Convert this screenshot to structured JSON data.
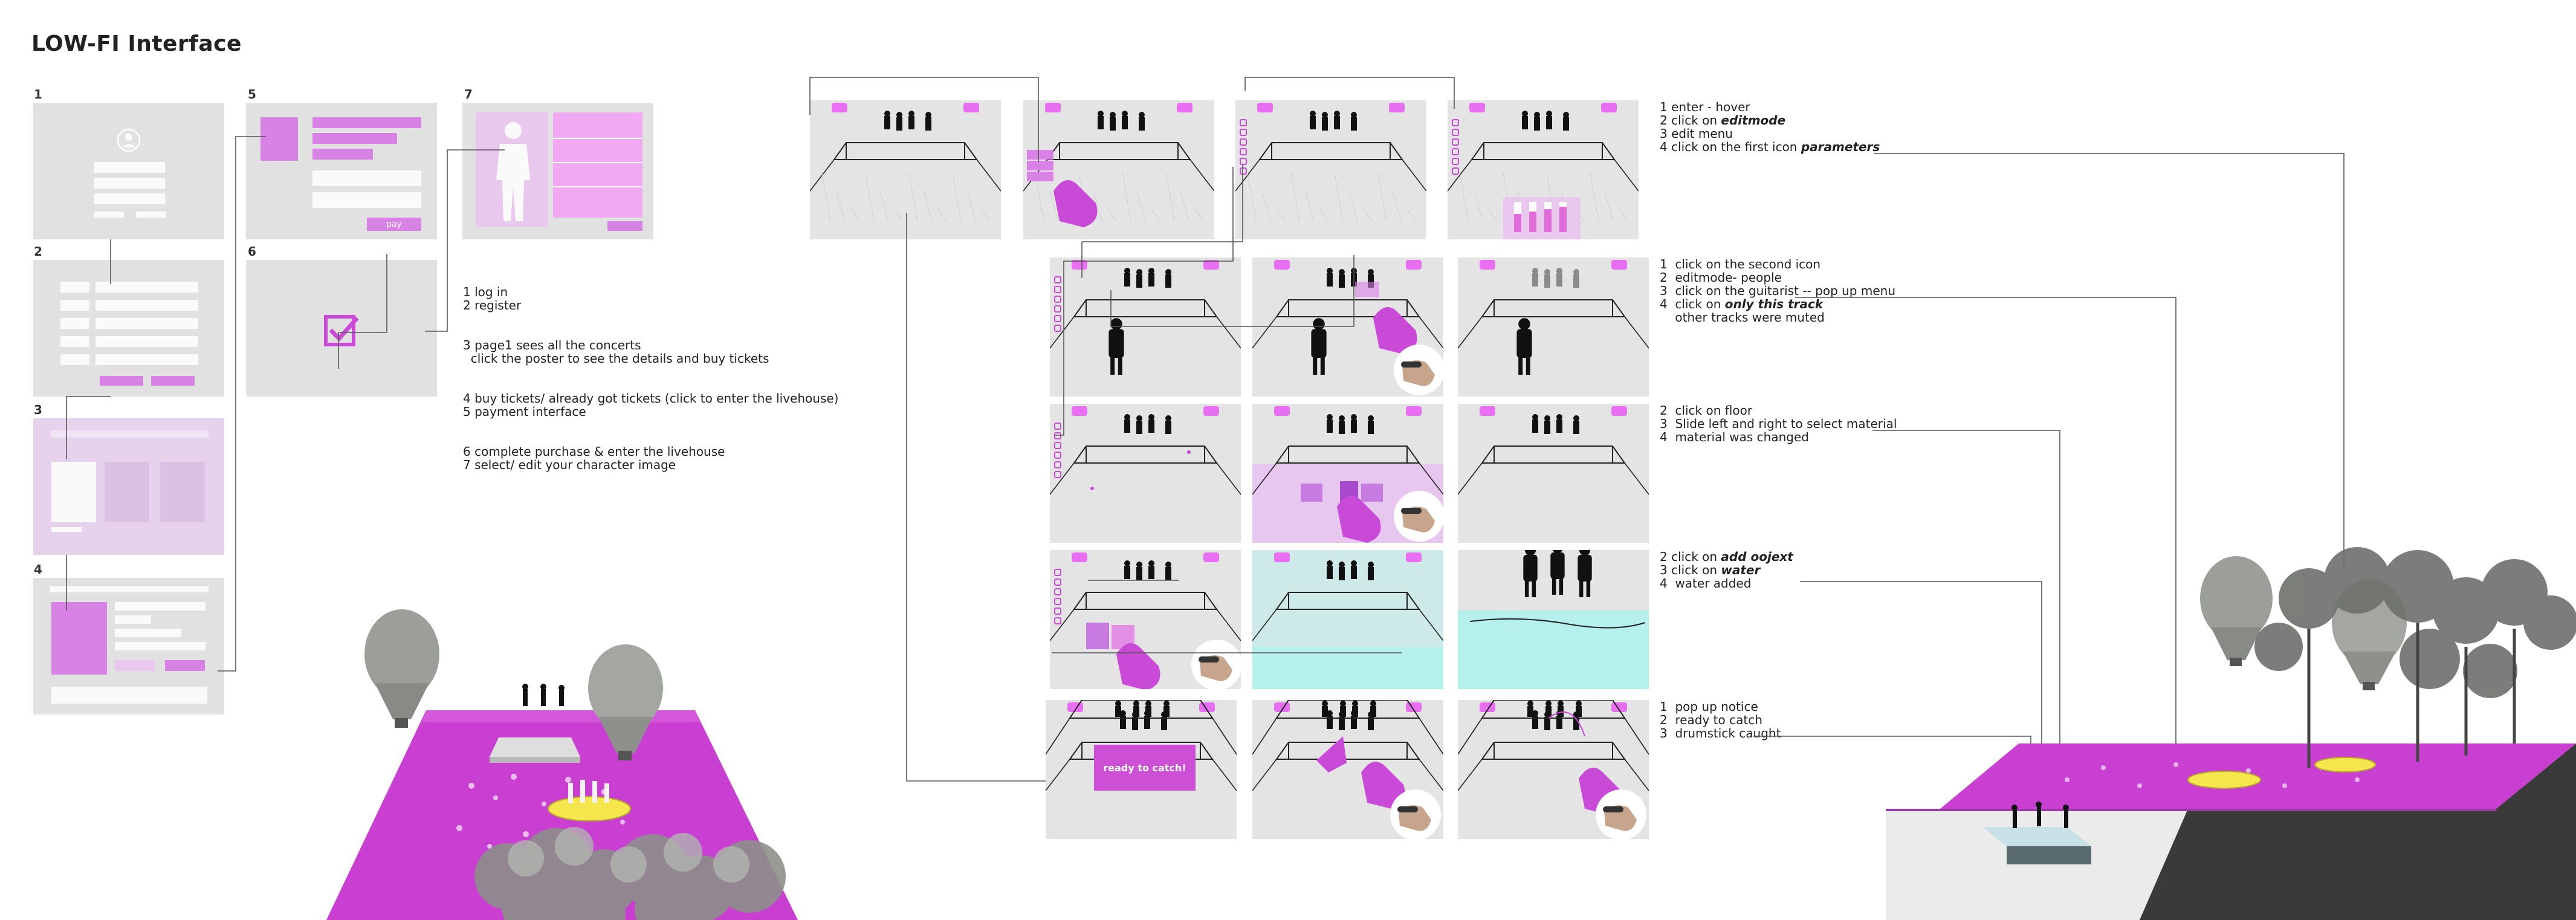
{
  "title": "LOW-FI Interface",
  "wireframes": {
    "labels": [
      "1",
      "2",
      "3",
      "4",
      "5",
      "6",
      "7"
    ],
    "pay_button": "pay"
  },
  "left_steps": [
    "1 log in",
    "2 register",
    "3 page1 sees all the concerts",
    "  click the poster to see the details and buy tickets",
    "4 buy tickets/ already got tickets (click to enter the livehouse)",
    "5 payment interface",
    "6 complete purchase & enter the livehouse",
    "7 select/ edit your character image"
  ],
  "scene_groups": [
    {
      "lines": [
        [
          {
            "t": "1 enter - hover"
          }
        ],
        [
          {
            "t": "2 click on "
          },
          {
            "t": "editmode",
            "em": true
          }
        ],
        [
          {
            "t": "3 edit menu"
          }
        ],
        [
          {
            "t": "4 click on the first icon "
          },
          {
            "t": "parameters",
            "em": true
          }
        ]
      ]
    },
    {
      "lines": [
        [
          {
            "t": "1  click on the second icon"
          }
        ],
        [
          {
            "t": "2  editmode- people"
          }
        ],
        [
          {
            "t": "3  click on the guitarist -- pop up menu"
          }
        ],
        [
          {
            "t": "4  click on "
          },
          {
            "t": "only this track",
            "em": true
          }
        ],
        [
          {
            "t": "    other tracks were muted"
          }
        ]
      ]
    },
    {
      "lines": [
        [
          {
            "t": "2  click on floor"
          }
        ],
        [
          {
            "t": "3  Slide left and right to select material"
          }
        ],
        [
          {
            "t": "4  material was changed"
          }
        ]
      ]
    },
    {
      "lines": [
        [
          {
            "t": "2 click on "
          },
          {
            "t": "add oojext",
            "em": true
          }
        ],
        [
          {
            "t": "3 click on "
          },
          {
            "t": "water",
            "em": true
          }
        ],
        [
          {
            "t": "4  water added"
          }
        ]
      ]
    },
    {
      "lines": [
        [
          {
            "t": "1  pop up notice"
          }
        ],
        [
          {
            "t": "2  ready to catch"
          }
        ],
        [
          {
            "t": "3  drumstick caught"
          }
        ]
      ]
    }
  ],
  "ready_label": "ready to catch!",
  "colors": {
    "accent": "#d982e6",
    "accent_light": "#e9c8ee",
    "magenta": "#c94ad6",
    "water": "#b6f0ec",
    "wireframe_gray": "#e1e1e1"
  }
}
